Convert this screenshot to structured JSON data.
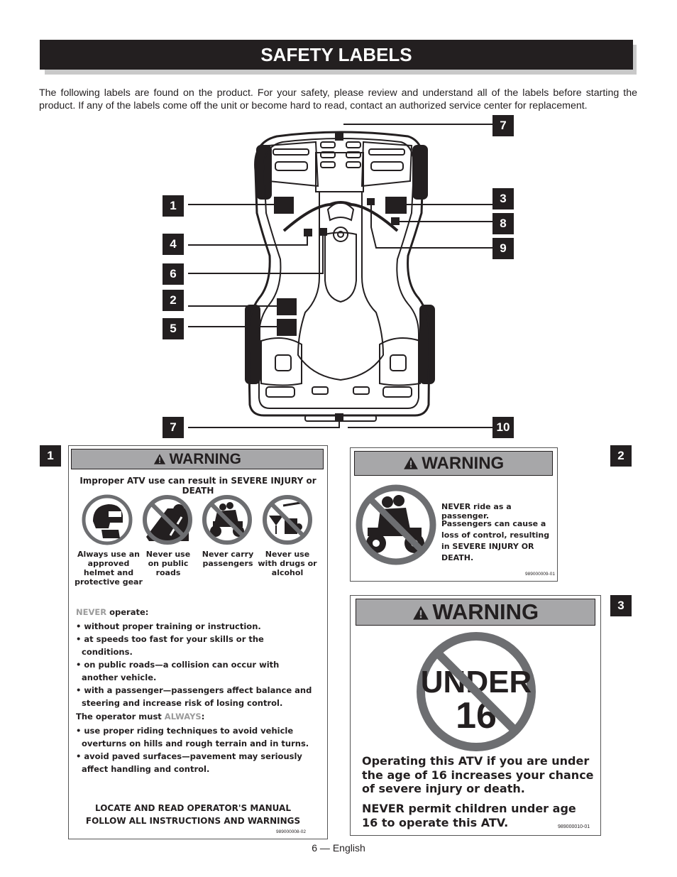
{
  "header": {
    "title": "SAFETY LABELS"
  },
  "intro": "The following labels are found on the product. For your safety, please review and understand all of the labels before starting the product. If any of the labels come off the unit or become hard to read, contact an authorized service center for replacement.",
  "callouts": {
    "c7top": "7",
    "c1": "1",
    "c3": "3",
    "c8": "8",
    "c4": "4",
    "c9": "9",
    "c6": "6",
    "c2": "2",
    "c5": "5",
    "c7bot": "7",
    "c10": "10",
    "label1": "1",
    "label2": "2",
    "label3": "3"
  },
  "label1": {
    "heading": "WARNING",
    "subtitle": "Improper ATV use can result in SEVERE INJURY or DEATH",
    "icons": [
      {
        "icon": "helmet-icon",
        "caption": "Always use an approved helmet and protective gear"
      },
      {
        "icon": "no-public-roads-icon",
        "caption": "Never use on public roads"
      },
      {
        "icon": "no-passengers-icon",
        "caption": "Never carry passengers"
      },
      {
        "icon": "no-drugs-alcohol-icon",
        "caption": "Never use with drugs or alcohol"
      }
    ],
    "never_word": "NEVER",
    "never_tail": " operate:",
    "never_items": [
      "without proper training or instruction.",
      "at speeds too fast for your skills or the conditions.",
      "on public roads—a collision can occur with another vehicle.",
      "with a passenger—passengers affect balance and steering and increase risk of losing control."
    ],
    "always_head": "The operator must ",
    "always_word": "ALWAYS",
    "always_colon": ":",
    "always_items": [
      "use proper riding techniques to avoid vehicle overturns on hills and rough terrain and in turns.",
      "avoid paved surfaces—pavement may seriously affect handling and control."
    ],
    "footer_line1": "LOCATE AND READ OPERATOR'S MANUAL",
    "footer_line2": "FOLLOW ALL INSTRUCTIONS AND WARNINGS",
    "code": "989000008-02"
  },
  "label2": {
    "heading": "WARNING",
    "line1": "NEVER ride as a passenger.",
    "line2": "Passengers can cause a loss of control, resulting in SEVERE INJURY OR DEATH.",
    "code": "989000009-01"
  },
  "label3": {
    "heading": "WARNING",
    "sign_top": "UNDER",
    "sign_bottom": "16",
    "text1": "Operating this ATV if you are under the age of 16 increases your chance of severe injury or death.",
    "text2": "NEVER permit children under age 16 to operate this ATV.",
    "code": "989000010-01"
  },
  "footer": {
    "page": "6 — English"
  },
  "colors": {
    "dark": "#231f20",
    "bar_gray": "#a7a7a9",
    "prohibit": "#6d6e71"
  }
}
